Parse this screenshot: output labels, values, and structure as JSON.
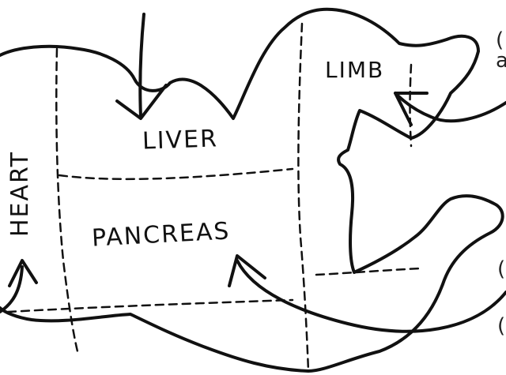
{
  "labels": {
    "liver": "LIVER",
    "pancreas": "PANCREAS",
    "limb": "LIMB",
    "heart": "HEART"
  },
  "edge_text": [
    "(",
    "a",
    "(",
    "("
  ],
  "colors": {
    "ink": "#111111",
    "background": "#ffffff"
  }
}
